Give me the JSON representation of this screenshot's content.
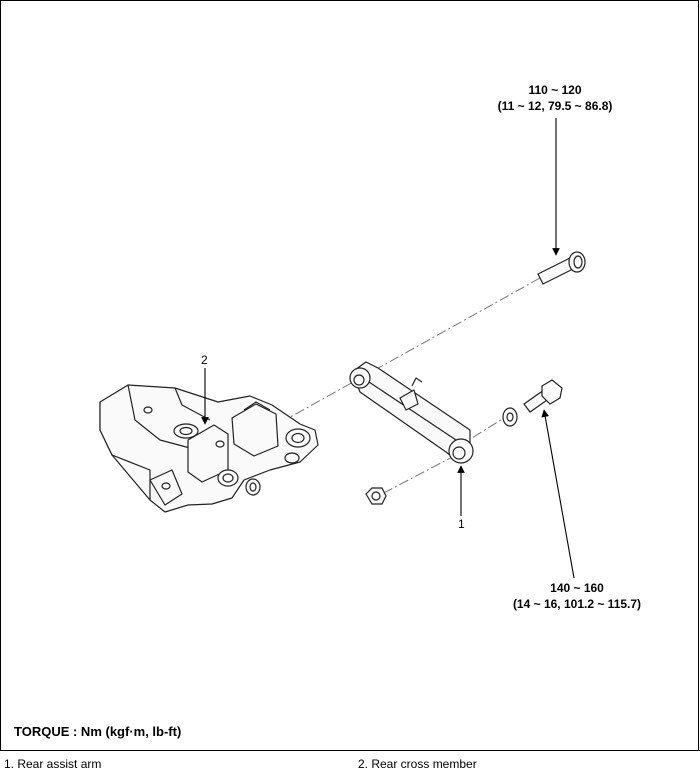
{
  "torque_top": {
    "line1": "110 ~ 120",
    "line2": "(11 ~ 12, 79.5 ~ 86.8)"
  },
  "torque_bottom": {
    "line1": "140 ~ 160",
    "line2": "(14 ~ 16, 101.2 ~ 115.7)"
  },
  "callouts": {
    "arm": "1",
    "crossmember": "2"
  },
  "torque_unit_note": "TORQUE : Nm (kgf·m, lb-ft)",
  "legend": {
    "item1": "1. Rear assist arm",
    "item2": "2. Rear cross member"
  }
}
